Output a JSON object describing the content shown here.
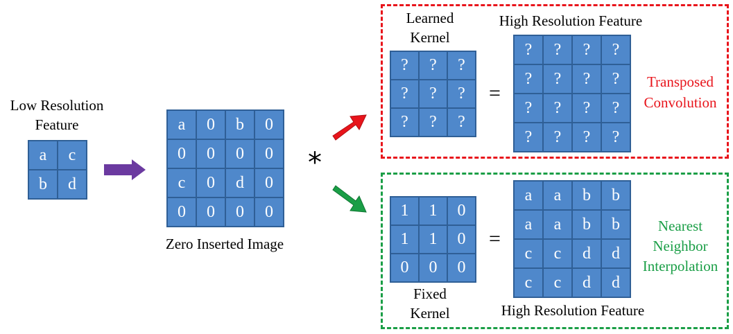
{
  "low_res": {
    "title_line1": "Low Resolution",
    "title_line2": "Feature",
    "cells": [
      "a",
      "c",
      "b",
      "d"
    ]
  },
  "zero_inserted": {
    "caption": "Zero Inserted Image",
    "cells": [
      "a",
      "0",
      "b",
      "0",
      "0",
      "0",
      "0",
      "0",
      "c",
      "0",
      "d",
      "0",
      "0",
      "0",
      "0",
      "0"
    ]
  },
  "operator_symbol": "*",
  "transposed": {
    "kernel_label_line1": "Learned",
    "kernel_label_line2": "Kernel",
    "output_label": "High Resolution Feature",
    "method_line1": "Transposed",
    "method_line2": "Convolution",
    "kernel_cells": [
      "?",
      "?",
      "?",
      "?",
      "?",
      "?",
      "?",
      "?",
      "?"
    ],
    "output_cells": [
      "?",
      "?",
      "?",
      "?",
      "?",
      "?",
      "?",
      "?",
      "?",
      "?",
      "?",
      "?",
      "?",
      "?",
      "?",
      "?"
    ],
    "equals": "=",
    "color": "#e8141b"
  },
  "nearest": {
    "kernel_label_line1": "Fixed",
    "kernel_label_line2": "Kernel",
    "output_label": "High Resolution Feature",
    "method_line1": "Nearest",
    "method_line2": "Neighbor",
    "method_line3": "Interpolation",
    "kernel_cells": [
      "1",
      "1",
      "0",
      "1",
      "1",
      "0",
      "0",
      "0",
      "0"
    ],
    "output_cells": [
      "a",
      "a",
      "b",
      "b",
      "a",
      "a",
      "b",
      "b",
      "c",
      "c",
      "d",
      "d",
      "c",
      "c",
      "d",
      "d"
    ],
    "equals": "=",
    "color": "#1a9e46"
  },
  "colors": {
    "cell_fill": "#4f88cb",
    "cell_border": "#2f5f96",
    "purple_arrow": "#6b3aa0",
    "red_arrow": "#e8141b",
    "green_arrow": "#1a9e46"
  }
}
